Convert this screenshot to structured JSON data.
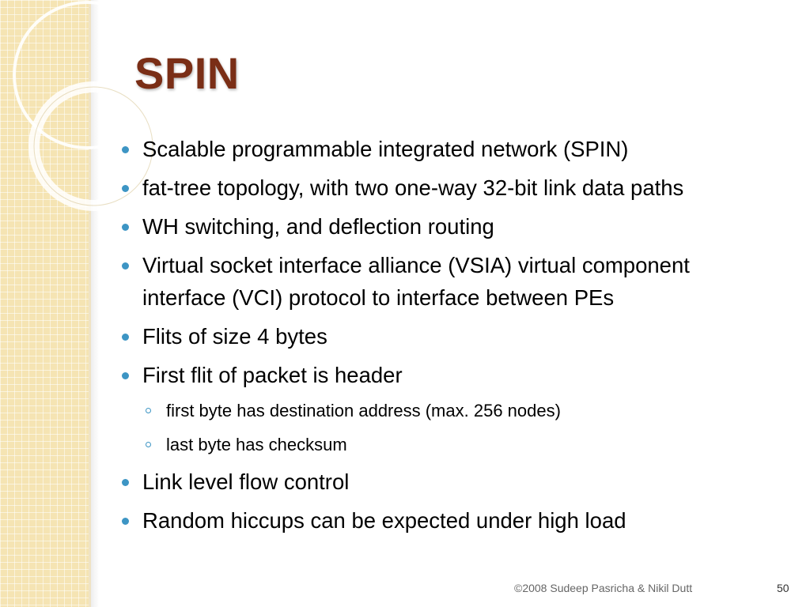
{
  "slide": {
    "title": "SPIN",
    "bullets": [
      {
        "level": 1,
        "text": "Scalable programmable integrated network (SPIN)"
      },
      {
        "level": 1,
        "text": "fat-tree topology, with two one-way 32-bit link data paths"
      },
      {
        "level": 1,
        "text": "WH switching, and deflection routing"
      },
      {
        "level": 1,
        "text": "Virtual socket interface alliance (VSIA) virtual component interface (VCI) protocol to interface between PEs"
      },
      {
        "level": 1,
        "text": "Flits of size 4 bytes"
      },
      {
        "level": 1,
        "text": "First flit of packet is header"
      },
      {
        "level": 2,
        "text": "first byte has destination address (max. 256 nodes)"
      },
      {
        "level": 2,
        "text": "last byte has checksum"
      },
      {
        "level": 1,
        "text": "Link level flow control"
      },
      {
        "level": 1,
        "text": "Random hiccups can be expected under high load"
      }
    ],
    "footer": "©2008 Sudeep Pasricha & Nikil Dutt",
    "page_number": "50"
  },
  "theme": {
    "title_color": "#7a2e16",
    "bullet_color": "#3d95c4",
    "side_panel_color": "#f5e4b3"
  }
}
